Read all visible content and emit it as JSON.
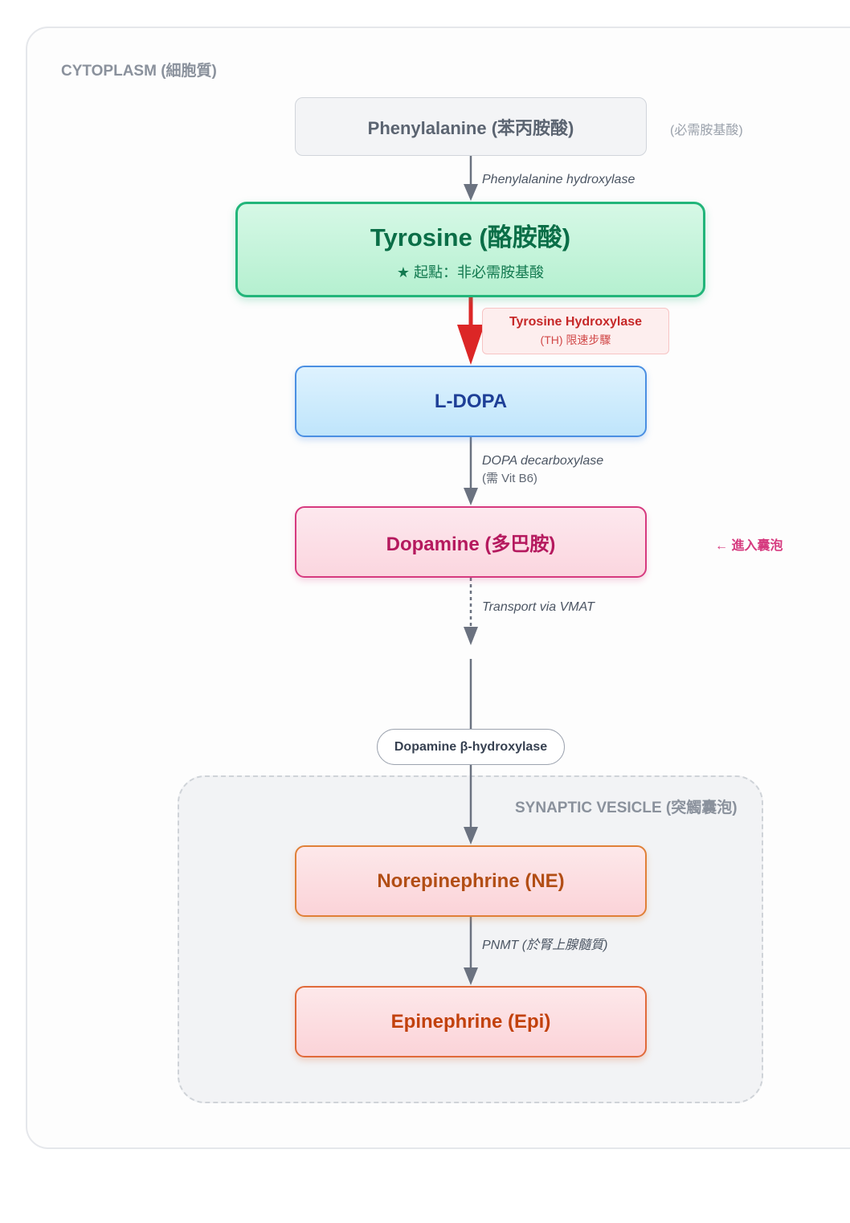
{
  "regions": {
    "cytoplasm": "CYTOPLASM (細胞質)",
    "vesicle": "SYNAPTIC VESICLE (突觸囊泡)"
  },
  "nodes": {
    "phenylalanine": {
      "title": "Phenylalanine (苯丙胺酸)",
      "note": "(必需胺基酸)"
    },
    "tyrosine": {
      "title": "Tyrosine (酪胺酸)",
      "subtitle": "★ 起點：非必需胺基酸"
    },
    "ldopa": {
      "title": "L-DOPA"
    },
    "dopamine": {
      "title": "Dopamine (多巴胺)",
      "note": "← 進入囊泡"
    },
    "norepinephrine": {
      "title": "Norepinephrine (NE)"
    },
    "epinephrine": {
      "title": "Epinephrine (Epi)"
    }
  },
  "enzymes": {
    "phe_hydroxylase": "Phenylalanine hydroxylase",
    "tyrosine_hydroxylase": {
      "name": "Tyrosine Hydroxylase",
      "note": "(TH) 限速步驟"
    },
    "dopa_decarboxylase": {
      "name": "DOPA decarboxylase",
      "note": "(需 Vit B6)"
    },
    "vmat_transport": "Transport via VMAT",
    "dopamine_beta_hydroxylase": "Dopamine β-hydroxylase",
    "pnmt": "PNMT (於腎上腺髓質)"
  },
  "colors": {
    "rate_limiting_arrow": "#dc2626",
    "normal_arrow": "#6b7280",
    "tyrosine_border": "#22b57a",
    "ldopa_border": "#4a8fe2",
    "dopamine_border": "#d63a7f",
    "ne_border": "#e08038",
    "epi_border": "#e06a3a"
  }
}
